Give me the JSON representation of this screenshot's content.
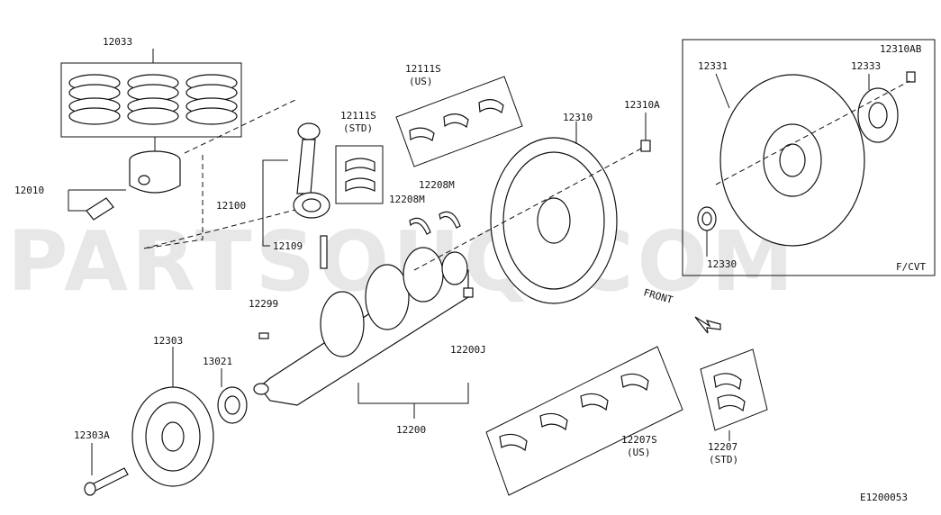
{
  "diagram_code": "E1200053",
  "watermark": "PARTSOUQ.COM",
  "front_label": "FRONT",
  "inset_label": "F/CVT",
  "parts": {
    "p12033": "12033",
    "p12010": "12010",
    "p12100": "12100",
    "p12109": "12109",
    "p12111S_std": "12111S",
    "p12111S_std_note": "(STD)",
    "p12111S_us": "12111S",
    "p12111S_us_note": "(US)",
    "p12208M_a": "12208M",
    "p12208M_b": "12208M",
    "p12310": "12310",
    "p12310A": "12310A",
    "p12310AB": "12310AB",
    "p12331": "12331",
    "p12333": "12333",
    "p12330": "12330",
    "p12299": "12299",
    "p12303": "12303",
    "p13021": "13021",
    "p12303A": "12303A",
    "p12200": "12200",
    "p12200J": "12200J",
    "p12207S": "12207S",
    "p12207S_note": "(US)",
    "p12207": "12207",
    "p12207_note": "(STD)"
  }
}
